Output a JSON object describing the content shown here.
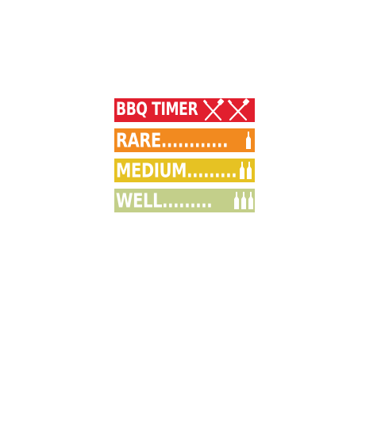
{
  "graphic": {
    "title": {
      "text": "BBQ TIMER",
      "color": "#e11f2e",
      "icon": "crossed-grill-tools-icon"
    },
    "levels": [
      {
        "key": "rare",
        "text": "RARE............",
        "color": "#f28a1f",
        "bottles": 1,
        "icon": "bottle-icon"
      },
      {
        "key": "medium",
        "text": "MEDIUM.........",
        "color": "#e6c223",
        "bottles": 2,
        "icon": "bottles-icon"
      },
      {
        "key": "well",
        "text": "WELL.........",
        "color": "#c3cf8a",
        "bottles": 3,
        "icon": "bottles-icon"
      }
    ]
  }
}
